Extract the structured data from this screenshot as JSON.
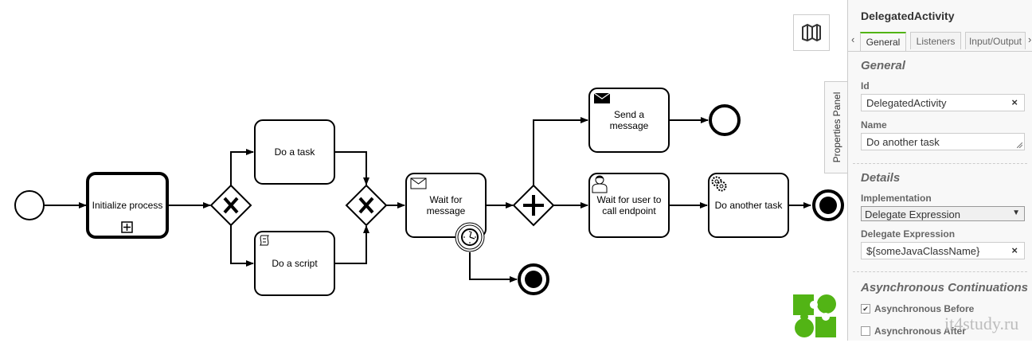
{
  "canvas": {
    "tasks": {
      "initialize": "Initialize process",
      "do_task": "Do a task",
      "do_script": "Do a script",
      "wait_message": [
        "Wait for",
        "message"
      ],
      "send_message": [
        "Send a",
        "message"
      ],
      "wait_user": [
        "Wait for user to",
        "call endpoint"
      ],
      "another_task": "Do another task"
    }
  },
  "panel": {
    "toggle_label": "Properties Panel",
    "title": "DelegatedActivity",
    "tabs": [
      "General",
      "Listeners",
      "Input/Output"
    ],
    "active_tab": "General",
    "tab_prev": "‹",
    "tab_next": "›",
    "sections": {
      "general": "General",
      "details": "Details",
      "async": "Asynchronous Continuations"
    },
    "id": {
      "label": "Id",
      "value": "DelegatedActivity",
      "clear": "×"
    },
    "name": {
      "label": "Name",
      "value": "Do another task"
    },
    "implementation": {
      "label": "Implementation",
      "value": "Delegate Expression",
      "caret": "▼"
    },
    "delegate_expression": {
      "label": "Delegate Expression",
      "value": "${someJavaClassName}",
      "clear": "×"
    },
    "async_before": {
      "label": "Asynchronous Before",
      "checked": true,
      "mark": "✔"
    },
    "async_after": {
      "label": "Asynchronous After",
      "checked": false
    }
  },
  "watermark": "it4study.ru",
  "colors": {
    "accent": "#52b415",
    "logo": "#52b415"
  },
  "icons": {
    "map": "map-icon",
    "logo": "bpmn-logo"
  }
}
